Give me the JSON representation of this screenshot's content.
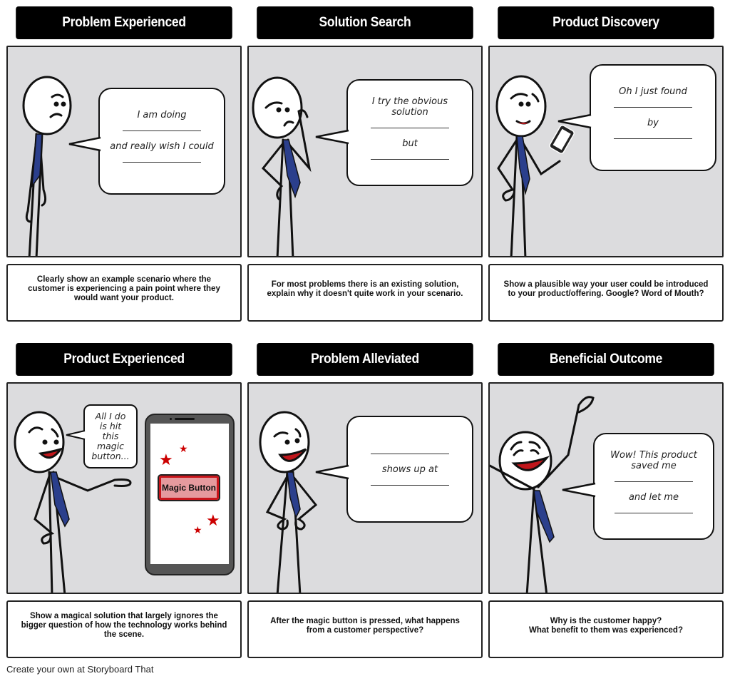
{
  "panels": [
    {
      "title": "Problem Experienced",
      "bubble": {
        "line1": "I am doing",
        "line2": "and really wish I could"
      },
      "caption": "Clearly show an example scenario where the\ncustomer is experiencing a pain point where they\nwould want your product."
    },
    {
      "title": "Solution Search",
      "bubble": {
        "line1": "I try the obvious\nsolution",
        "line2": "but"
      },
      "caption": "For most problems there is an existing solution,\nexplain why it doesn't quite work in your scenario."
    },
    {
      "title": "Product Discovery",
      "bubble": {
        "line1": "Oh I just found",
        "line2": "by"
      },
      "caption": "Show a plausible way your user could be introduced\nto your product/offering. Google? Word of Mouth?"
    },
    {
      "title": "Product Experienced",
      "bubble": {
        "line1": "All I do\nis hit\nthis\nmagic\nbutton..."
      },
      "phone": {
        "button_label": "Magic Button",
        "accent": "#c8151b"
      },
      "caption": "Show a magical solution that largely ignores the\nbigger question of how the technology works behind\nthe scene."
    },
    {
      "title": "Problem Alleviated",
      "bubble": {
        "line1": "shows up at"
      },
      "caption": "After the magic button is pressed, what happens\nfrom a customer perspective?"
    },
    {
      "title": "Beneficial Outcome",
      "bubble": {
        "line1": "Wow! This product\nsaved me",
        "line2": "and let me"
      },
      "caption": "Why is the customer happy?\nWhat benefit to them was experienced?"
    }
  ],
  "footer": "Create your own at Storyboard That",
  "colors": {
    "header_bg": "#000000",
    "scene_bg": "#dcdcde",
    "tie": "#2b3f8c",
    "mouth": "#c0161b",
    "star": "#cc0000"
  }
}
